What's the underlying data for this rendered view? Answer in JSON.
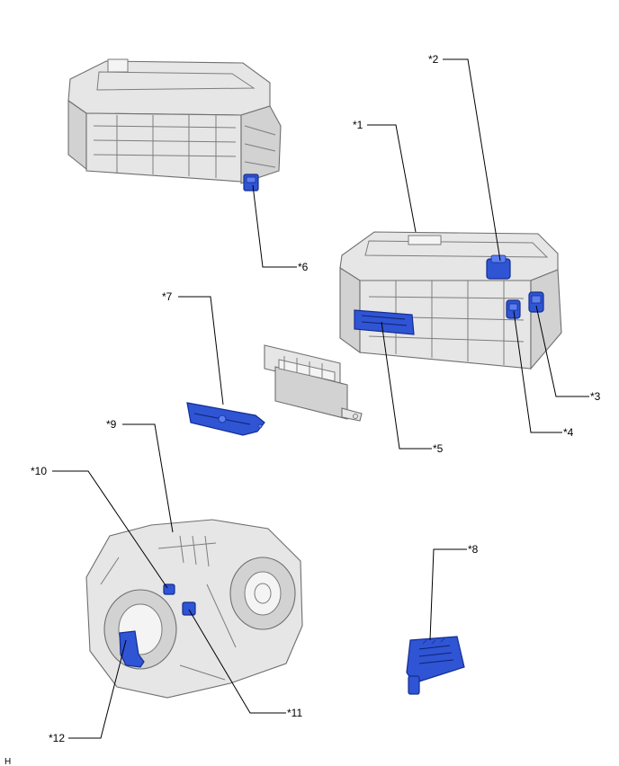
{
  "callouts": {
    "c1": "*1",
    "c2": "*2",
    "c3": "*3",
    "c4": "*4",
    "c5": "*5",
    "c6": "*6",
    "c7": "*7",
    "c8": "*8",
    "c9": "*9",
    "c10": "*10",
    "c11": "*11",
    "c12": "*12"
  },
  "corner_mark": "H",
  "colors": {
    "highlight": "#2f55d4",
    "component": "#e6e6e6",
    "outline": "#6f6f6f"
  }
}
